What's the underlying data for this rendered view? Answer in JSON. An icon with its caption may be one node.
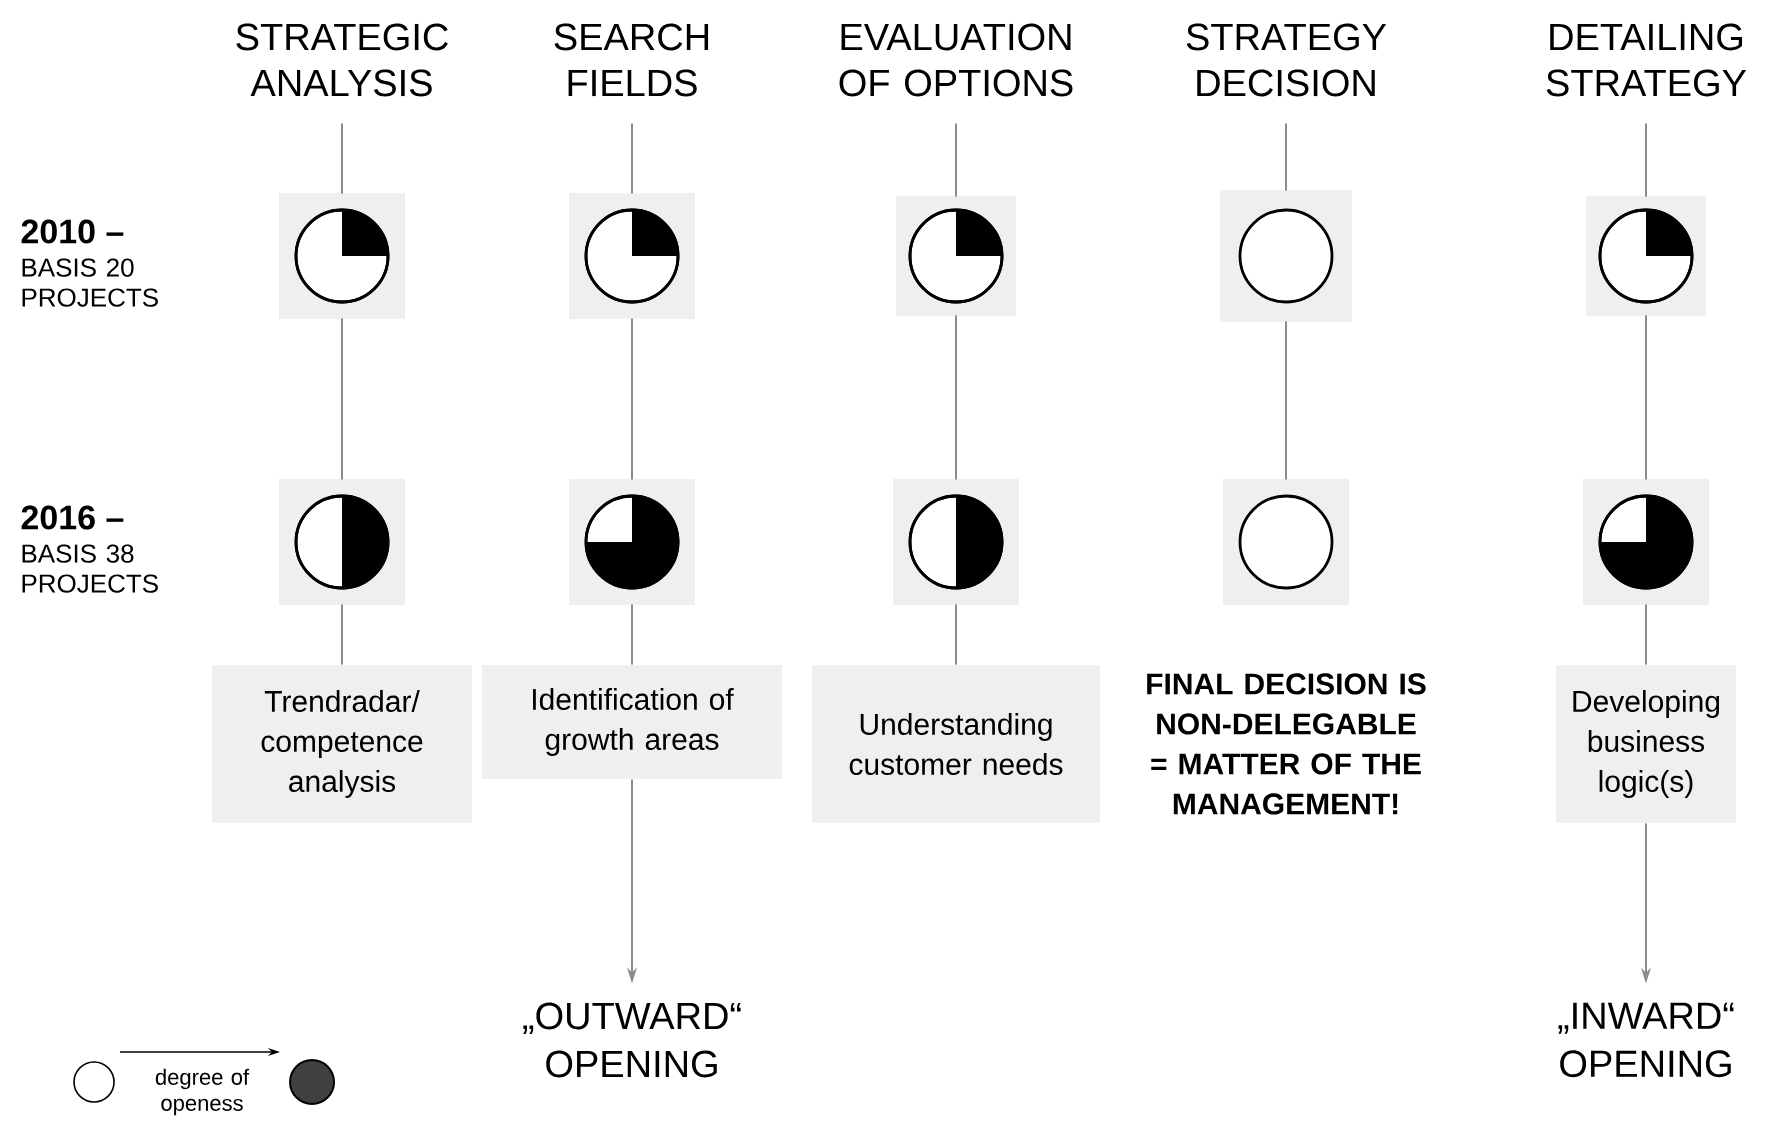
{
  "diagram": {
    "nodes": [
      {
        "text": [
          "STRATEGIC ANALYSIS"
        ]
      },
      {
        "text": [
          "SEARCH FIELDS"
        ]
      },
      {
        "text": [
          "EVALUATION OF OPTIONS"
        ]
      },
      {
        "text": [
          "STRATEGY DECISION"
        ]
      },
      {
        "text": [
          "DETAILING STRATEGY"
        ]
      },
      {
        "text": [],
        "shape": "circle"
      },
      {
        "text": [],
        "shape": "circle"
      },
      {
        "text": [],
        "shape": "circle"
      },
      {
        "text": [],
        "shape": "circle"
      },
      {
        "text": [],
        "shape": "circle"
      },
      {
        "text": [],
        "shape": "circle"
      },
      {
        "text": [],
        "shape": "circle"
      },
      {
        "text": [],
        "shape": "circle"
      },
      {
        "text": [],
        "shape": "circle"
      },
      {
        "text": [],
        "shape": "circle"
      },
      {
        "text": [
          "Trendradar/ competence analysis"
        ]
      },
      {
        "text": [
          "Identification of growth areas"
        ]
      },
      {
        "text": [
          "Understanding customer needs"
        ]
      },
      {
        "text": [
          "FINAL DECISION IS NON-DELEGABLE = MATTER OF THE MANAGEMENT!"
        ]
      },
      {
        "text": [
          "Developing business logic(s)"
        ]
      },
      {
        "text": [
          "„OUTWARD“ OPENING"
        ]
      },
      {
        "text": [
          "„INWARD“ OPENING"
        ]
      }
    ],
    "edges": [
      {
        "from": 0,
        "to": 5,
        "arrow": "none"
      },
      {
        "from": 1,
        "to": 6,
        "arrow": "none"
      },
      {
        "from": 2,
        "to": 7,
        "arrow": "none"
      },
      {
        "from": 3,
        "to": 8,
        "arrow": "none"
      },
      {
        "from": 4,
        "to": 9,
        "arrow": "none"
      },
      {
        "from": 5,
        "to": 10,
        "arrow": "none"
      },
      {
        "from": 6,
        "to": 11,
        "arrow": "none"
      },
      {
        "from": 7,
        "to": 12,
        "arrow": "none"
      },
      {
        "from": 8,
        "to": 13,
        "arrow": "none"
      },
      {
        "from": 9,
        "to": 14,
        "arrow": "none"
      },
      {
        "from": 10,
        "to": 15,
        "arrow": "none"
      },
      {
        "from": 11,
        "to": 16,
        "arrow": "none"
      },
      {
        "from": 12,
        "to": 17,
        "arrow": "none"
      },
      {
        "from": 14,
        "to": 19,
        "arrow": "none"
      },
      {
        "from": 16,
        "to": 20,
        "arrow": "to"
      },
      {
        "from": 19,
        "to": 21,
        "arrow": "to"
      }
    ],
    "labels": [
      "2010 –",
      "BASIS 20 PROJECTS",
      "2016 –",
      "BASIS 38 PROJECTS"
    ],
    "legend": [
      {
        "text": "degree of openess"
      }
    ]
  }
}
